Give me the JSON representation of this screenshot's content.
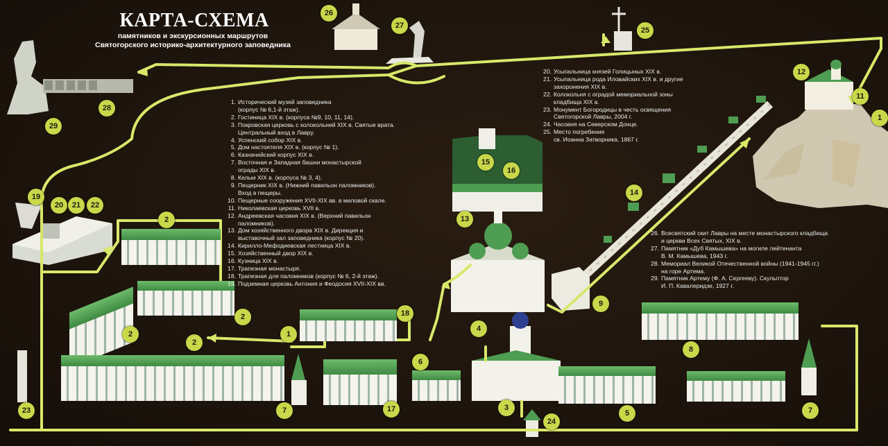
{
  "title": "КАРТА-СХЕМА",
  "subtitle": [
    "памятников и экскурсионных маршрутов",
    "Святогорского историко-архитектурного заповедника"
  ],
  "colors": {
    "background": "#1c130c",
    "route": "#d8e86a",
    "marker": "#c8d84a",
    "roof": "#4e9d52",
    "wall": "#f2f1ea"
  },
  "legend_left": [
    {
      "num": "1.",
      "lines": [
        "Исторический музей заповедника",
        "(корпус № 6,1-й этаж)."
      ]
    },
    {
      "num": "2.",
      "lines": [
        "Гостиница XIX в. (корпуса №9, 10, 11, 14)."
      ]
    },
    {
      "num": "3.",
      "lines": [
        "Покровская церковь с колокольней XIX в. Святые врата.",
        "Центральный вход в Лавру."
      ]
    },
    {
      "num": "4.",
      "lines": [
        "Успенский собор XIX в."
      ]
    },
    {
      "num": "5.",
      "lines": [
        "Дом настоятеля XIX в. (корпус № 1)."
      ]
    },
    {
      "num": "6.",
      "lines": [
        "Казначейский корпус XIX в."
      ]
    },
    {
      "num": "7.",
      "lines": [
        "Восточная и Западная башни монастырской",
        "ограды XIX в."
      ]
    },
    {
      "num": "8.",
      "lines": [
        "Келыи XIX в. (корпуса № 3, 4)."
      ]
    },
    {
      "num": "9.",
      "lines": [
        "Пещерник XIX в. (Нижний павильон паломников).",
        "Вход в пещеры."
      ]
    },
    {
      "num": "10.",
      "lines": [
        "Пещерные сооружения XVII-XIX вв. в меловой скале."
      ]
    },
    {
      "num": "11.",
      "lines": [
        "Николаевская церковь XVII в."
      ]
    },
    {
      "num": "12.",
      "lines": [
        "Андреевская часовня XIX в. (Верхний павильон",
        "паломников)."
      ]
    },
    {
      "num": "13.",
      "lines": [
        "Дом хозяйственного двора XIX в. Дирекция и",
        "выставочный зал заповедника (корпус № 20)."
      ]
    },
    {
      "num": "14.",
      "lines": [
        "Кирилло-Мефодиевская лестница XIX в."
      ]
    },
    {
      "num": "15.",
      "lines": [
        "Хозяйственный двор XIX в."
      ]
    },
    {
      "num": "16.",
      "lines": [
        "Кузница XIX в."
      ]
    },
    {
      "num": "17.",
      "lines": [
        "Трапезная монастыря."
      ]
    },
    {
      "num": "18.",
      "lines": [
        "Трапезная для паломников (корпус № 6, 2-й этаж)."
      ]
    },
    {
      "num": "19.",
      "lines": [
        "Подземная церковь Антония и Феодосия XVII-XIX вв."
      ]
    }
  ],
  "legend_right_top": [
    {
      "num": "20.",
      "lines": [
        "Усыпальница князей Голицыных XIX в."
      ]
    },
    {
      "num": "21.",
      "lines": [
        "Усыпальница рода Иловайских XIX в. и другие",
        "захоронения XIX в."
      ]
    },
    {
      "num": "22.",
      "lines": [
        "Колокольня с оградой мемориальной зоны",
        "кладбища XIX в."
      ]
    },
    {
      "num": "23.",
      "lines": [
        "Монумент Богородицы в честь освящения",
        "Святогорской Лавры, 2004 г."
      ]
    },
    {
      "num": "24.",
      "lines": [
        "Часовня на Северском Донце."
      ]
    },
    {
      "num": "25.",
      "lines": [
        "Место погребения",
        "св. Иоанна Затворника, 1867 г."
      ]
    }
  ],
  "legend_right_bottom": [
    {
      "num": "26.",
      "lines": [
        "Всесвятский скит Лавры на месте монастырского кладбища",
        "и церкви Всех Святых, XIX в."
      ]
    },
    {
      "num": "27.",
      "lines": [
        "Памятник «Дуб Камышева» на могиле лейтенанта",
        "В. М. Камышева, 1943 г."
      ]
    },
    {
      "num": "28.",
      "lines": [
        "Мемориал Великой Отечественной войны (1941-1945 гг.)",
        "на горе Артема."
      ]
    },
    {
      "num": "29.",
      "lines": [
        "Памятник Артему (Ф. А. Сергееву). Скульптор",
        "И. П. Кавалеридзе, 1927 г."
      ]
    }
  ],
  "markers": [
    "26",
    "27",
    "25",
    "12",
    "11",
    "1",
    "28",
    "29",
    "19",
    "20",
    "21",
    "22",
    "2",
    "2",
    "2",
    "2",
    "15",
    "16",
    "13",
    "14",
    "9",
    "4",
    "18",
    "1",
    "8",
    "6",
    "3",
    "5",
    "17",
    "7",
    "7",
    "23",
    "24"
  ]
}
